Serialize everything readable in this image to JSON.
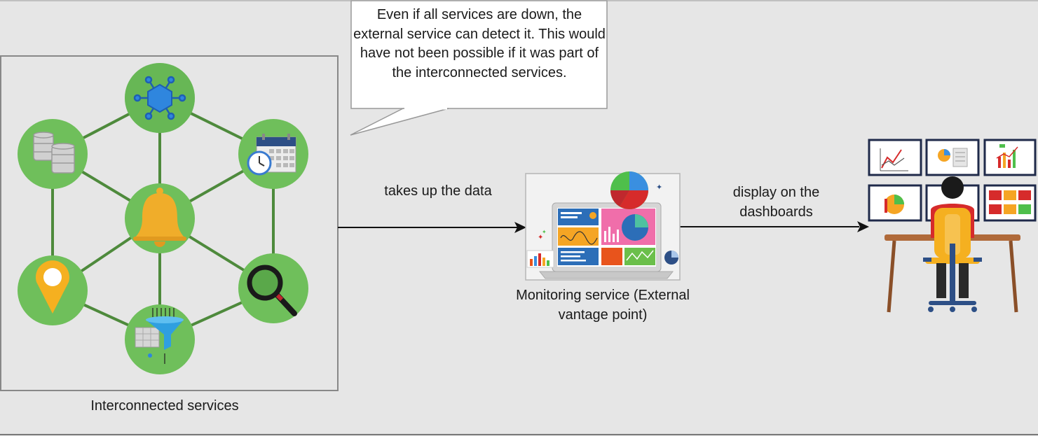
{
  "callout": {
    "text": "Even if all services are down, the external service can detect it. This would have not been possible if it was part of the interconnected services."
  },
  "cluster": {
    "caption": "Interconnected services",
    "nodes": [
      {
        "name": "network-node",
        "icon": "hexagon-network-icon"
      },
      {
        "name": "database-node",
        "icon": "database-icon"
      },
      {
        "name": "calendar-node",
        "icon": "calendar-clock-icon"
      },
      {
        "name": "notification-node",
        "icon": "bell-icon"
      },
      {
        "name": "location-node",
        "icon": "map-pin-icon"
      },
      {
        "name": "search-node",
        "icon": "magnifier-icon"
      },
      {
        "name": "filter-node",
        "icon": "data-filter-icon"
      }
    ]
  },
  "edges": {
    "arrow1_label": "takes up the data",
    "arrow2_label": "display on the dashboards"
  },
  "monitoring": {
    "caption": "Monitoring service (External vantage point)"
  },
  "colors": {
    "background": "#e6e6e6",
    "node_fill": "#6fbf5b",
    "node_edge": "#4f8a3a",
    "bell": "#f0ad2a",
    "pin": "#f5b020",
    "hexagon": "#2f86de"
  }
}
